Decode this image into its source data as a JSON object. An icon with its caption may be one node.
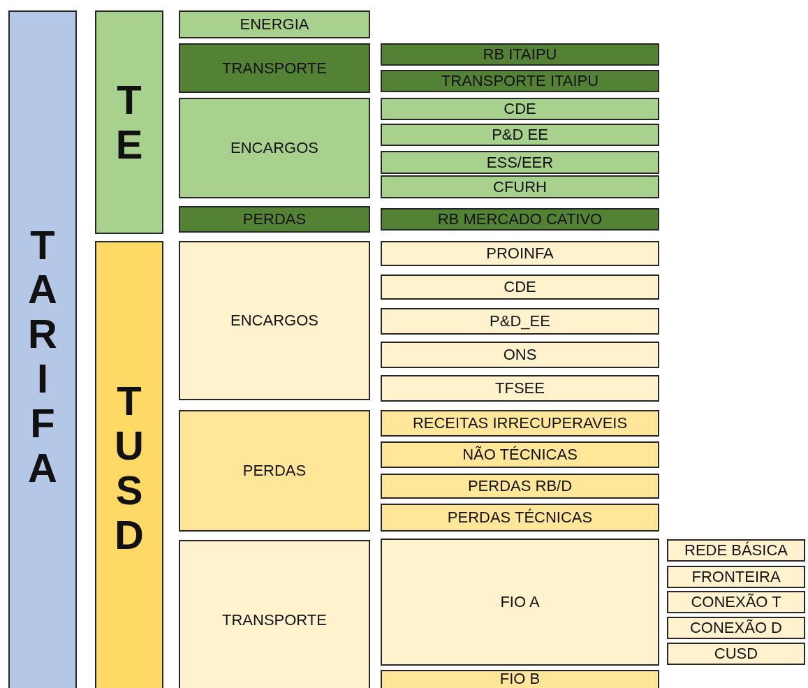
{
  "diagram": {
    "nodes": [
      {
        "text": [
          "TARIFA"
        ]
      },
      {
        "text": [
          "TE"
        ]
      },
      {
        "text": [
          "TUSD"
        ]
      },
      {
        "text": [
          "ENERGIA"
        ]
      },
      {
        "text": [
          "TRANSPORTE"
        ]
      },
      {
        "text": [
          "RB ITAIPU"
        ]
      },
      {
        "text": [
          "TRANSPORTE ITAIPU"
        ]
      },
      {
        "text": [
          "ENCARGOS"
        ]
      },
      {
        "text": [
          "CDE"
        ]
      },
      {
        "text": [
          "P&D EE"
        ]
      },
      {
        "text": [
          "ESS/EER"
        ]
      },
      {
        "text": [
          "CFURH"
        ]
      },
      {
        "text": [
          "PERDAS"
        ]
      },
      {
        "text": [
          "RB MERCADO CATIVO"
        ]
      },
      {
        "text": [
          "ENCARGOS"
        ]
      },
      {
        "text": [
          "PROINFA"
        ]
      },
      {
        "text": [
          "CDE"
        ]
      },
      {
        "text": [
          "P&D_EE"
        ]
      },
      {
        "text": [
          "ONS"
        ]
      },
      {
        "text": [
          "TFSEE"
        ]
      },
      {
        "text": [
          "PERDAS"
        ]
      },
      {
        "text": [
          "RECEITAS IRRECUPERAVEIS"
        ]
      },
      {
        "text": [
          "NÃO TÉCNICAS"
        ]
      },
      {
        "text": [
          "PERDAS RB/D"
        ]
      },
      {
        "text": [
          "PERDAS TÉCNICAS"
        ]
      },
      {
        "text": [
          "TRANSPORTE"
        ]
      },
      {
        "text": [
          "FIO A"
        ]
      },
      {
        "text": [
          "REDE BÁSICA"
        ]
      },
      {
        "text": [
          "FRONTEIRA"
        ]
      },
      {
        "text": [
          "CONEXÃO T"
        ]
      },
      {
        "text": [
          "CONEXÃO D"
        ]
      },
      {
        "text": [
          "CUSD"
        ]
      },
      {
        "text": [
          "FIO B"
        ]
      }
    ]
  }
}
